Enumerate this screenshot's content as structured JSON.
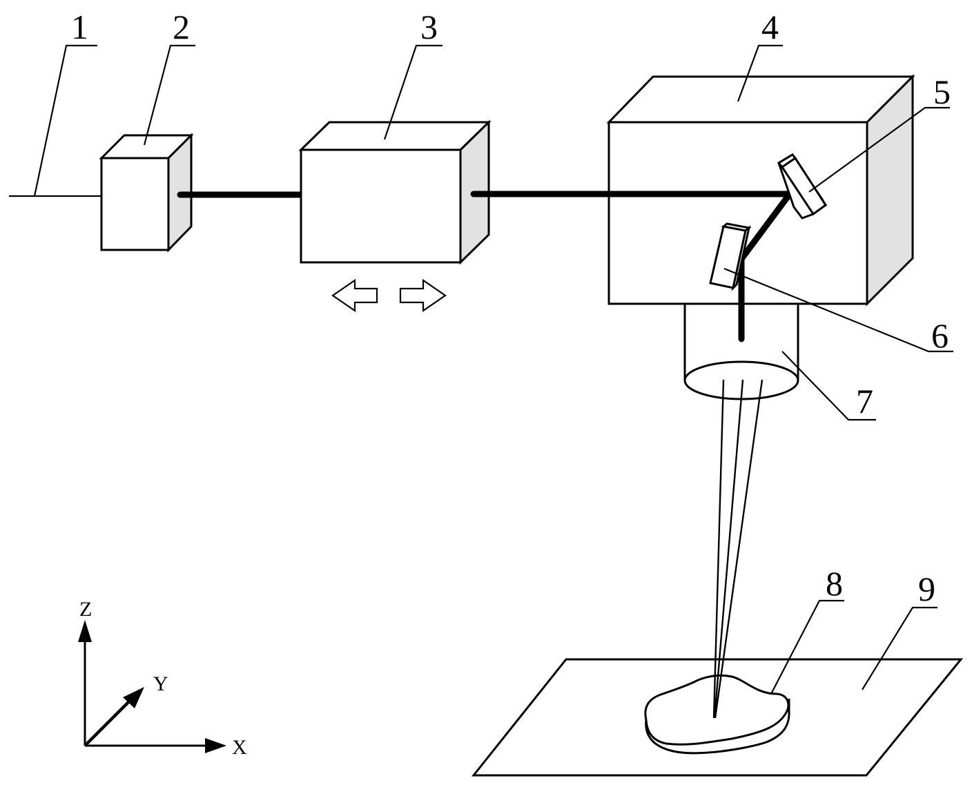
{
  "figure": {
    "type": "laser processing system schematic",
    "colors": {
      "line": "#000000",
      "background": "#ffffff",
      "shaded_side": "#e2e2e2"
    },
    "reference_numerals": {
      "n1": "1",
      "n2": "2",
      "n3": "3",
      "n4": "4",
      "n5": "5",
      "n6": "6",
      "n7": "7",
      "n8": "8",
      "n9": "9"
    },
    "components": [
      {
        "id": "1",
        "shape": "input-line"
      },
      {
        "id": "2",
        "shape": "small-box"
      },
      {
        "id": "3",
        "shape": "movable-box",
        "motion": "bidirectional-x"
      },
      {
        "id": "4",
        "shape": "large-box-housing"
      },
      {
        "id": "5",
        "shape": "mirror"
      },
      {
        "id": "6",
        "shape": "mirror"
      },
      {
        "id": "7",
        "shape": "cylindrical-lens"
      },
      {
        "id": "8",
        "shape": "workpiece"
      },
      {
        "id": "9",
        "shape": "platform-plane"
      }
    ],
    "axes": {
      "x": "X",
      "y": "Y",
      "z": "Z"
    }
  }
}
